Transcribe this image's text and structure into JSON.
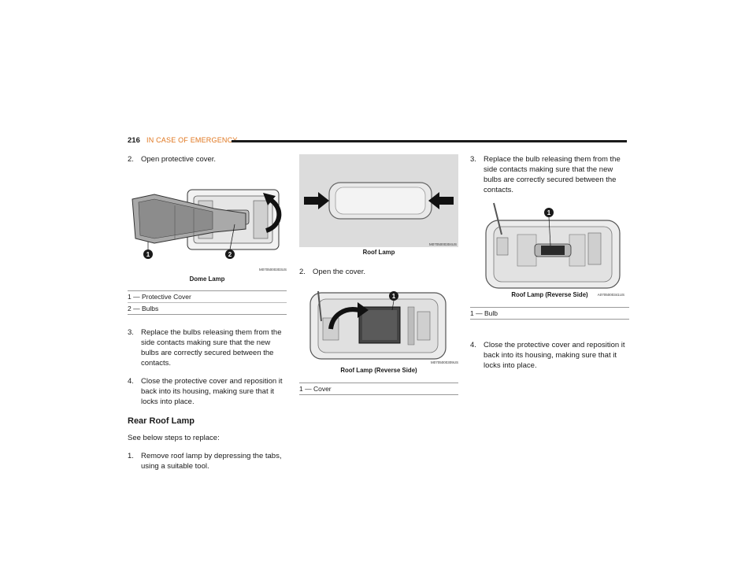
{
  "header": {
    "page_number": "216",
    "section": "IN CASE OF EMERGENCY"
  },
  "col1": {
    "step_open": {
      "num": "2.",
      "text": "Open protective cover."
    },
    "fig1": {
      "image_id": "M0705000303US",
      "caption": "Dome Lamp",
      "callouts": [
        "1",
        "2"
      ],
      "legend": [
        "1 — Protective Cover",
        "2 — Bulbs"
      ]
    },
    "step_replace": {
      "num": "3.",
      "text": "Replace the bulbs releasing them from the side contacts making sure that the new bulbs are correctly secured between the contacts."
    },
    "step_close": {
      "num": "4.",
      "text": "Close the protective cover and reposition it back into its housing, making sure that it locks into place."
    },
    "subhead": "Rear Roof Lamp",
    "intro": "See below steps to replace:",
    "step_remove": {
      "num": "1.",
      "text": "Remove roof lamp by depressing the tabs, using a suitable tool."
    }
  },
  "col2": {
    "fig2": {
      "image_id": "M0705000304US",
      "caption": "Roof Lamp"
    },
    "step_open": {
      "num": "2.",
      "text": "Open the cover."
    },
    "fig3": {
      "image_id": "M0705000309US",
      "caption": "Roof Lamp (Reverse Side)",
      "callouts": [
        "1"
      ],
      "legend": [
        "1 — Cover"
      ]
    }
  },
  "col3": {
    "step_replace": {
      "num": "3.",
      "text": "Replace the bulb releasing them from the side contacts making sure that the new bulbs are correctly secured between the contacts."
    },
    "fig4": {
      "image_id": "A0705000341US",
      "caption": "Roof Lamp (Reverse Side)",
      "callouts": [
        "1"
      ],
      "legend": [
        "1 — Bulb"
      ]
    },
    "step_close": {
      "num": "4.",
      "text": "Close the protective cover and reposition it back into its housing, making sure that it locks into place."
    }
  },
  "colors": {
    "section_accent": "#e0761f",
    "ink": "#1a1a1a"
  }
}
